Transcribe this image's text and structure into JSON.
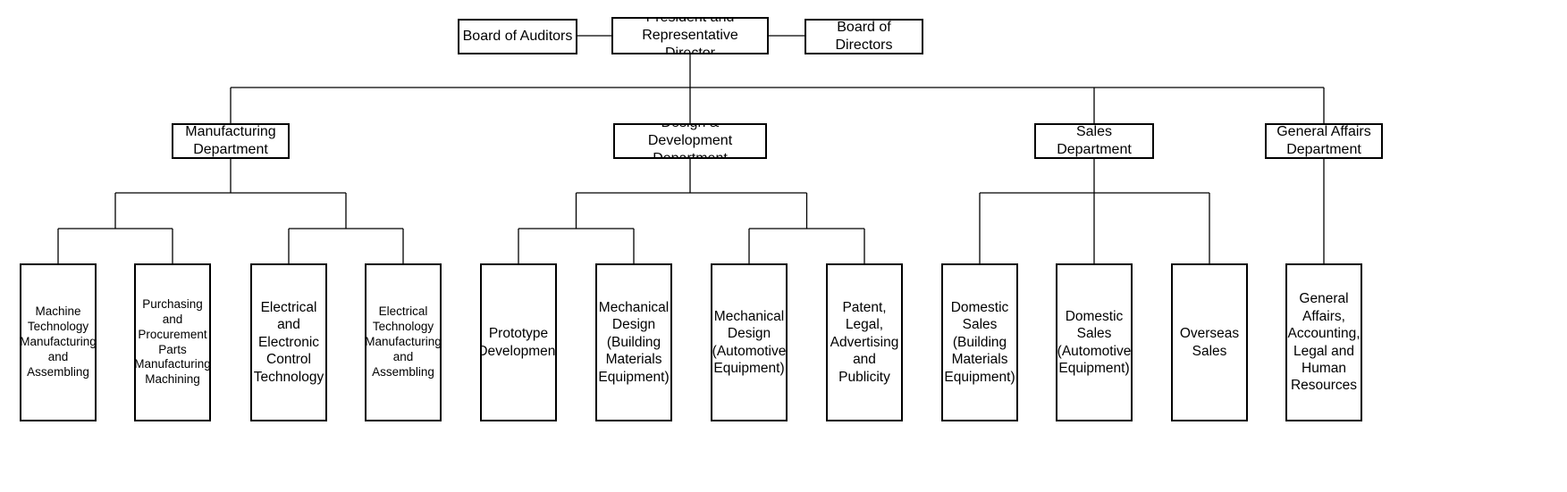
{
  "org_chart": {
    "top": {
      "auditors": "Board of Auditors",
      "president": "President and\nRepresentative Director",
      "directors": "Board of Directors"
    },
    "departments": [
      {
        "name": "Manufacturing\nDepartment",
        "groups": [
          {
            "units": [
              "Machine\nTechnology\nManufacturing\nand Assembling",
              "Purchasing and\nProcurement\nParts\nManufacturing\nMachining"
            ]
          },
          {
            "units": [
              "Electrical and\nElectronic\nControl\nTechnology",
              "Electrical\nTechnology\nManufacturing\nand Assembling"
            ]
          }
        ]
      },
      {
        "name": "Design & Development\nDepartment",
        "groups": [
          {
            "units": [
              "Prototype\nDevelopment",
              "Mechanical\nDesign\n(Building\nMaterials\nEquipment)"
            ]
          },
          {
            "units": [
              "Mechanical\nDesign\n(Automotive\nEquipment)",
              "Patent, Legal,\nAdvertising\nand Publicity"
            ]
          }
        ]
      },
      {
        "name": "Sales Department",
        "groups": [
          {
            "units": [
              "Domestic\nSales\n(Building\nMaterials\nEquipment)",
              "Domestic\nSales\n(Automotive\nEquipment)",
              "Overseas\nSales"
            ]
          }
        ]
      },
      {
        "name": "General Affairs\nDepartment",
        "groups": [
          {
            "units": [
              "General\nAffairs,\nAccounting,\nLegal and\nHuman\nResources"
            ]
          }
        ]
      }
    ]
  }
}
